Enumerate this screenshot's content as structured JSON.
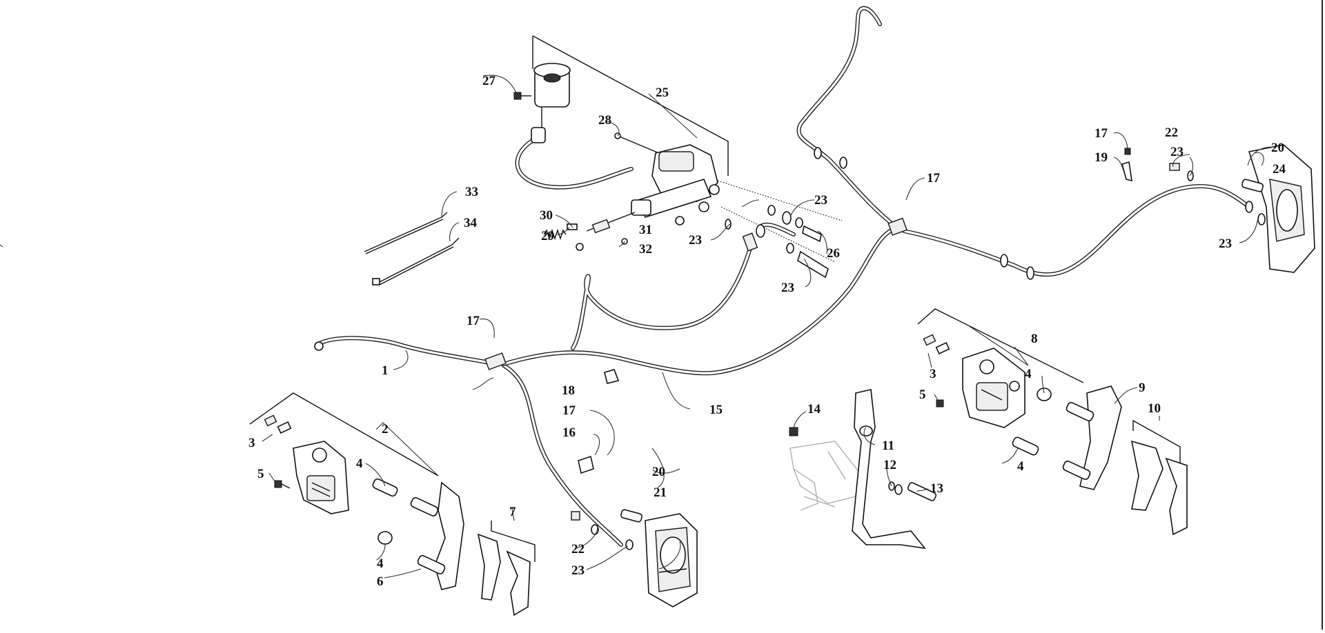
{
  "diagram": {
    "callouts": {
      "c1": "1",
      "c2": "2",
      "c3a": "3",
      "c3b": "3",
      "c4a": "4",
      "c4b": "4",
      "c4c": "4",
      "c4d": "4",
      "c5a": "5",
      "c5b": "5",
      "c6": "6",
      "c7": "7",
      "c8": "8",
      "c9": "9",
      "c10": "10",
      "c11": "11",
      "c12": "12",
      "c13": "13",
      "c14": "14",
      "c15": "15",
      "c16": "16",
      "c17a": "17",
      "c17b": "17",
      "c17c": "17",
      "c17d": "17",
      "c18": "18",
      "c19": "19",
      "c20a": "20",
      "c20b": "20",
      "c21": "21",
      "c22a": "22",
      "c22b": "22",
      "c23a": "23",
      "c23b": "23",
      "c23c": "23",
      "c23d": "23",
      "c23e": "23",
      "c23f": "23",
      "c24": "24",
      "c25": "25",
      "c26": "26",
      "c27": "27",
      "c28": "28",
      "c29": "29",
      "c30": "30",
      "c31": "31",
      "c32": "32",
      "c33": "33",
      "c34": "34"
    }
  }
}
